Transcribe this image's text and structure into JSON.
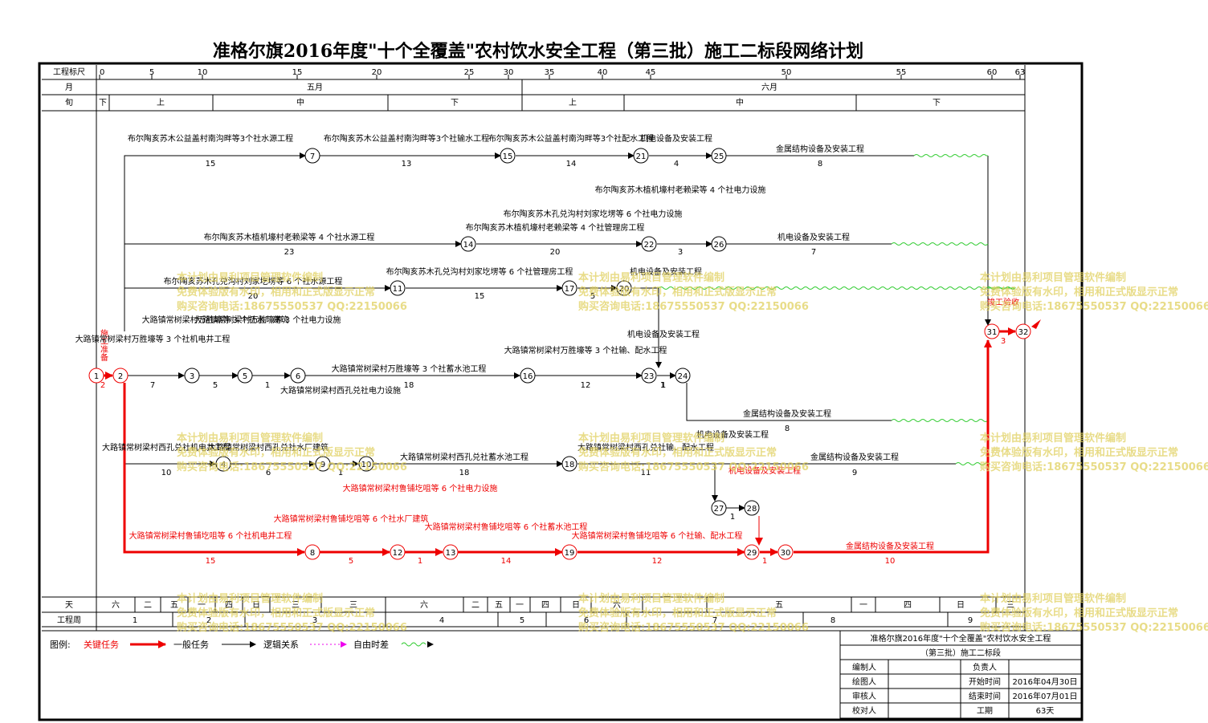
{
  "title": "准格尔旗2016年度\"十个全覆盖\"农村饮水安全工程（第三批）施工二标段网络计划",
  "header": {
    "scale_label": "工程标尺",
    "month_label": "月",
    "dekad_label": "旬",
    "scale_ticks": [
      "0",
      "5",
      "10",
      "15",
      "20",
      "25",
      "30",
      "35",
      "40",
      "45",
      "50",
      "55",
      "60",
      "63"
    ],
    "months": [
      "五月",
      "六月"
    ],
    "dekads": [
      "下",
      "上",
      "中",
      "下",
      "上",
      "中",
      "下"
    ]
  },
  "footer": {
    "day_label": "天",
    "week_label": "工程周",
    "weekdays": [
      "六",
      "二",
      "五",
      "一",
      "四",
      "日",
      "三",
      "六",
      "二",
      "五",
      "一",
      "四",
      "日",
      "三",
      "六",
      "二",
      "五",
      "一",
      "四",
      "日"
    ],
    "weeks": [
      "1",
      "2",
      "3",
      "4",
      "5",
      "6",
      "7",
      "8",
      "9"
    ]
  },
  "legend": {
    "label": "图例:",
    "critical": "关键任务",
    "general": "一般任务",
    "logic": "逻辑关系",
    "float": "自由时差"
  },
  "info": {
    "title1": "准格尔旗2016年度\"十个全覆盖\"农村饮水安全工程",
    "title2": "（第三批）施工二标段",
    "r1_label": "编制人",
    "r1_label2": "负责人",
    "r2_label": "绘图人",
    "r2_label2": "开始时间",
    "r2_value": "2016年04月30日",
    "r3_label": "审核人",
    "r3_label2": "结束时间",
    "r3_value": "2016年07月01日",
    "r4_label": "校对人",
    "r4_label2": "工期",
    "r4_value": "63天"
  },
  "watermark": {
    "line1": "本计划由易利项目管理软件编制",
    "line2": "免费体验版有水印，相用和正式版显示正常",
    "line3": "购买咨询电话:18675550537 QQ:22150066"
  },
  "nodes": [
    "1",
    "2",
    "3",
    "4",
    "5",
    "6",
    "7",
    "8",
    "9",
    "10",
    "11",
    "12",
    "13",
    "14",
    "15",
    "16",
    "17",
    "18",
    "19",
    "20",
    "21",
    "22",
    "23",
    "24",
    "25",
    "26",
    "27",
    "28",
    "29",
    "30",
    "31",
    "32"
  ],
  "tasks": {
    "t1_7": "布尔陶亥苏木公益盖村南沟畔等3个社水源工程",
    "d1_7": "15",
    "t7_15": "布尔陶亥苏木公益盖村南沟畔等3个社输水工程",
    "d7_15": "13",
    "t15_21": "布尔陶亥苏木公益盖村南沟畔等3个社配水工程",
    "d15_21": "14",
    "t21_25": "机电设备及安装工程",
    "d21_25": "4",
    "t25": "金属结构设备及安装工程",
    "d25": "8",
    "t_14": "布尔陶亥苏木植机壕村老赖梁等 4 个社水源工程",
    "d_14": "23",
    "t14_20": "布尔陶亥苏木植机壕村老赖梁等 4 个社管理房工程",
    "d14_20": "20",
    "t14v": "布尔陶亥苏木孔兑沟村刘家圪塄等 6 个社电力设施",
    "d14v": "5",
    "t22": "布尔陶亥苏木植机壕村老赖梁等 4 个社电力设施",
    "d22": "3",
    "t26": "机电设备及安装工程",
    "d26": "7",
    "t_11": "布尔陶亥苏木孔兑沟村刘家圪塄等 6 个社水源工程",
    "d_11": "20",
    "t11_17": "布尔陶亥苏木孔兑沟村刘家圪塄等 6 个社管理房工程",
    "d11_17": "15",
    "t20": "机电设备及安装工程",
    "d20v": "1",
    "t_start": "施工准备",
    "d_start": "2",
    "t2_3": "大路镇常树梁村万胜壕等 3 个社机电井工程",
    "d2_3": "7",
    "t3_5": "大路镇常树梁村万胜壕等 3 个社水厂建筑",
    "d3_5": "5",
    "t5_6": "大路镇常树梁村万胜壕等 3 个社电力设施",
    "d5_6": "1",
    "t6_16": "大路镇常树梁村万胜壕等 3 个社蓄水池工程",
    "d6_16": "18",
    "t16_23": "大路镇常树梁村万胜壕等 3 个社输、配水工程",
    "d16_23": "12",
    "t23v": "机电设备及安装工程",
    "d23_24": "1",
    "t24": "金属结构设备及安装工程",
    "d24": "8",
    "t_4": "大路镇常树梁村西孔兑社机电井工程",
    "d_4": "10",
    "t4_9": "大路镇常树梁村西孔兑社水厂建筑",
    "d4_9": "6",
    "t9_10": "大路镇常树梁村西孔兑社电力设施",
    "d9_10": "1",
    "t10_18": "大路镇常树梁村西孔兑社蓄水池工程",
    "d10_18": "18",
    "t18": "大路镇常树梁村西孔兑社输、配水工程",
    "d18": "11",
    "t18b": "金属结构设备及安装工程",
    "d18b": "9",
    "t27": "机电设备及安装工程",
    "d27": "1",
    "t_8": "大路镇常树梁村鲁铺圪咀等 6 个社机电井工程",
    "d_8": "15",
    "t8_12": "大路镇常树梁村鲁铺圪咀等 6 个社水厂建筑",
    "d8_12": "5",
    "t12_13": "大路镇常树梁村鲁铺圪咀等 6 个社电力设施",
    "d12_13": "1",
    "t13_19": "大路镇常树梁村鲁铺圪咀等 6 个社蓄水池工程",
    "d13_19": "14",
    "t19_29": "大路镇常树梁村鲁铺圪咀等 6 个社输、配水工程",
    "d19_29": "12",
    "t29v": "机电设备及安装工程",
    "d29_30": "1",
    "t30": "金属结构设备及安装工程",
    "d30": "10",
    "t31": "竣工验收",
    "d31": "3"
  }
}
